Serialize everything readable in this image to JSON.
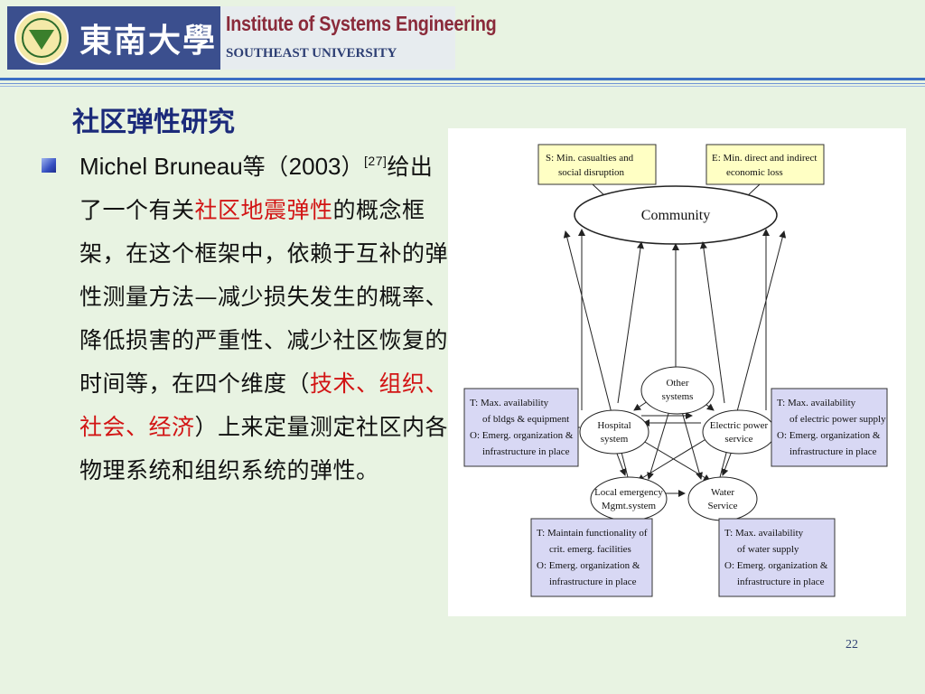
{
  "header": {
    "university_cn": "東南大學",
    "institute_en": "Institute of Systems Engineering",
    "university_en": "SOUTHEAST UNIVERSITY"
  },
  "slide": {
    "title": "社区弹性研究",
    "page_number": "22",
    "body": {
      "author": "Michel Bruneau",
      "p1": "等（",
      "year": "2003",
      "p2": "）",
      "citation": "[27]",
      "p3": "给出了一个有关",
      "red1": "社区地震弹性",
      "p4": "的概念框架，在这个框架中，依赖于互补的弹性测量方法",
      "dash": "—",
      "p5": "减少损失发生的概率、降低损害的严重性、减少社区恢复的时间等，在四个维度（",
      "red2": "技术、组织、社会、经济",
      "p6": "）上来定量测定社区内各物理系统和组织系统的弹性。"
    }
  },
  "diagram": {
    "community": "Community",
    "goal_s": [
      "S:  Min. casualties and",
      "social disruption"
    ],
    "goal_e": [
      "E:  Min. direct and indirect",
      "economic loss"
    ],
    "other": [
      "Other",
      "systems"
    ],
    "hospital": [
      "Hospital",
      "system"
    ],
    "electric": [
      "Electric power",
      "service"
    ],
    "local": [
      "Local emergency",
      "Mgmt.system"
    ],
    "water": [
      "Water",
      "Service"
    ],
    "box_left": [
      "T:  Max. availability",
      "of bldgs & equipment",
      "O:  Emerg. organization &",
      "infrastructure in place"
    ],
    "box_right": [
      "T:  Max. availability",
      "of electric power supply",
      "O:  Emerg. organization &",
      "infrastructure in place"
    ],
    "box_bl": [
      "T:  Maintain functionality of",
      "crit. emerg. facilities",
      "O:  Emerg. organization &",
      "infrastructure in place"
    ],
    "box_br": [
      "T:  Max. availability",
      "of water supply",
      "O:  Emerg. organization &",
      "infrastructure in place"
    ]
  },
  "colors": {
    "background": "#e8f3e2",
    "title": "#1b2a7a",
    "highlight": "#d21414",
    "box_yellow": "#ffffc4",
    "box_lavender": "#d8d8f4"
  }
}
